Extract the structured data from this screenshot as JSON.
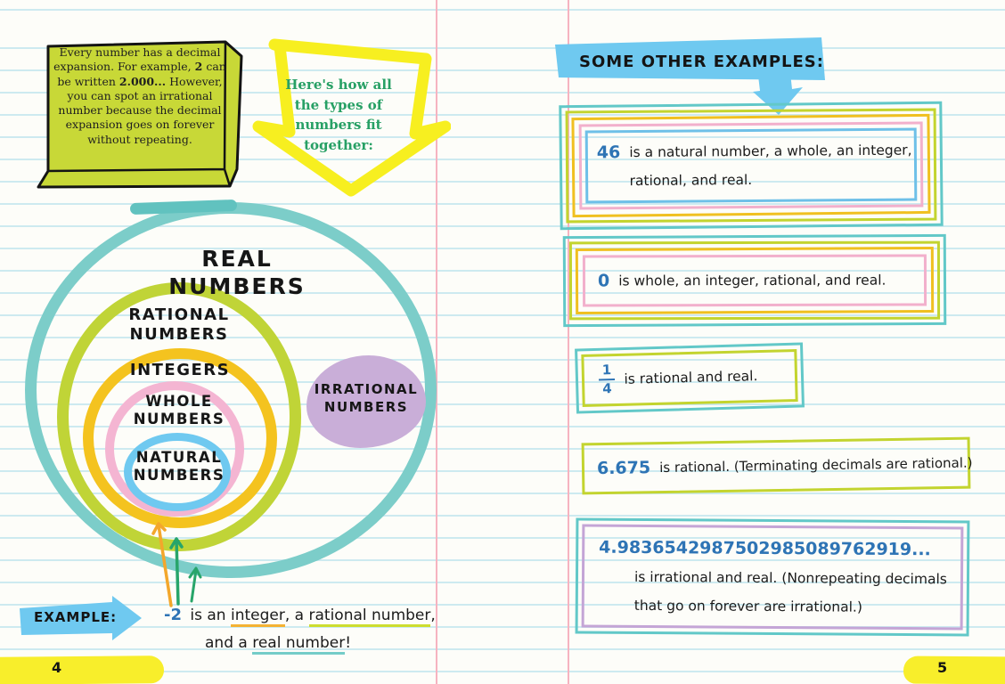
{
  "book": {
    "left_page": {
      "note_box": {
        "part1": "Every number has a decimal expansion. For example,",
        "bold1": "2",
        "part2": "can be written",
        "bold2": "2.000...",
        "part3": "However, you can spot an irrational number because the decimal expansion goes on forever without repeating."
      },
      "flow_note_lines": [
        "Here's how all",
        "the types of",
        "numbers fit",
        "together:"
      ],
      "venn": {
        "real": "REAL NUMBERS",
        "rational": "RATIONAL NUMBERS",
        "integers": "INTEGERS",
        "whole": "WHOLE NUMBERS",
        "natural": "NATURAL NUMBERS",
        "irrational": "IRRATIONAL NUMBERS"
      },
      "example": {
        "label": "EXAMPLE:",
        "number": "-2",
        "l1a": "is an",
        "integer_word": "integer",
        "l1b": ", a",
        "rational_word": "rational number",
        "l1c": ",",
        "l2a": "and a",
        "real_word": "real number",
        "l2b": "!"
      },
      "page_number": "4"
    },
    "right_page": {
      "heading": "SOME OTHER EXAMPLES:",
      "cards": [
        {
          "number": "46",
          "line1": "is a natural number, a whole, an integer,",
          "line2": "rational, and real."
        },
        {
          "number": "0",
          "line1": "is whole, an integer, rational, and real."
        },
        {
          "numerator": "1",
          "denominator": "4",
          "line1": "is rational and real."
        },
        {
          "number": "6.675",
          "line1": "is rational. (Terminating decimals are rational.)"
        },
        {
          "number": "4.9836542987502985089762919...",
          "line1": "is irrational and real. (Nonrepeating decimals",
          "line2": "that go on forever are irrational.)"
        }
      ],
      "page_number": "5"
    },
    "colors": {
      "teal": "#62c8c8",
      "green": "#c3d42f",
      "yellow": "#f0c020",
      "pink": "#f2b0cc",
      "blue_ring": "#6ec0e8",
      "purple": "#c9aed8",
      "number_blue": "#2e74b5",
      "highlight_yellow": "#f8ee2b",
      "banner_blue": "#6fc9f0",
      "note_box_green": "#c8d837",
      "arrow_yellow": "#f7ef20",
      "handwriting_green": "#27a065"
    }
  }
}
